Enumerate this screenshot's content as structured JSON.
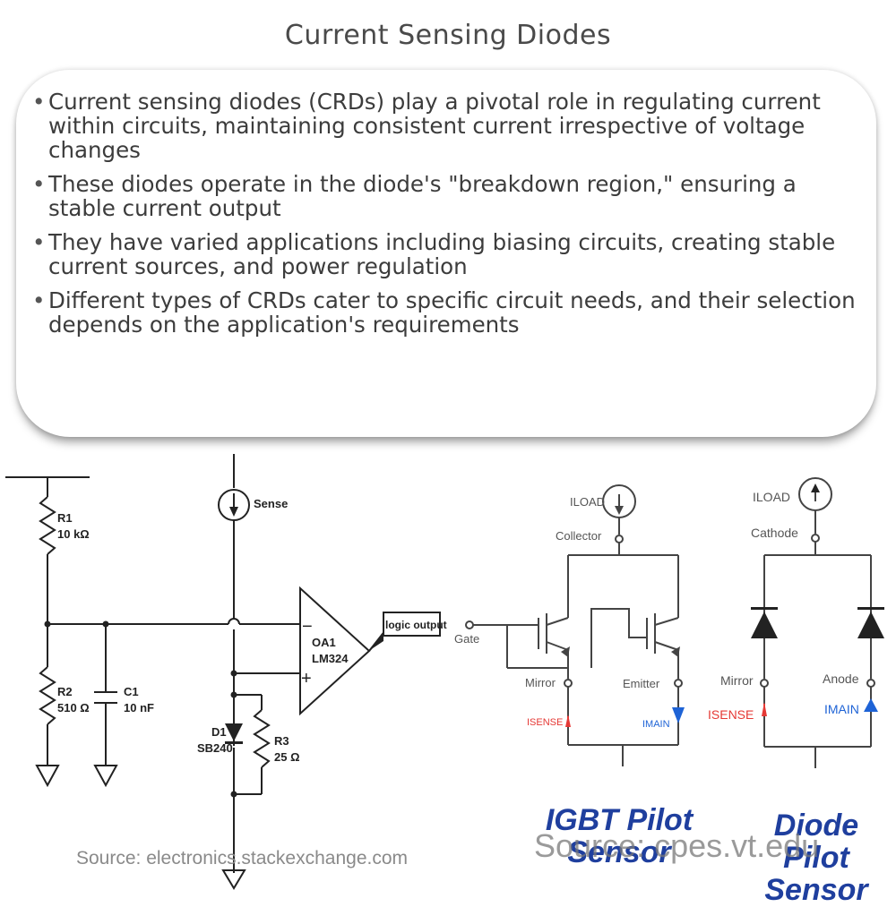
{
  "title": "Current Sensing Diodes",
  "bullets": [
    "Current sensing diodes (CRDs) play a pivotal role in regulating current within circuits, maintaining consistent current irrespective of voltage changes",
    "These diodes operate in the diode's \"breakdown region,\" ensuring a stable current output",
    "They have varied applications including biasing circuits, creating stable current sources, and power regulation",
    "Different types of CRDs cater to specific circuit needs, and their selection depends on the application's requirements"
  ],
  "circuit": {
    "r1_name": "R1",
    "r1_value": "10 kΩ",
    "r2_name": "R2",
    "r2_value": "510 Ω",
    "c1_name": "C1",
    "c1_value": "10 nF",
    "d1_name": "D1",
    "d1_value": "SB240",
    "r3_name": "R3",
    "r3_value": "25 Ω",
    "sense_label": "Sense",
    "opamp_name": "OA1",
    "opamp_value": "LM324",
    "minus": "−",
    "plus": "+",
    "output_label": "logic output",
    "source": "Source: electronics.stackexchange.com"
  },
  "igbt": {
    "iload": "ILOAD",
    "collector": "Collector",
    "gate": "Gate",
    "mirror": "Mirror",
    "emitter": "Emitter",
    "isense": "ISENSE",
    "imain": "IMAIN",
    "caption_line1": "IGBT Pilot",
    "caption_line2": "Sensor"
  },
  "diode_pilot": {
    "iload": "ILOAD",
    "cathode": "Cathode",
    "mirror": "Mirror",
    "anode": "Anode",
    "isense": "ISENSE",
    "imain": "IMAIN",
    "caption_line1": "Diode Pilot",
    "caption_line2": "Sensor"
  },
  "source2": "Source: cpes.vt.edu",
  "colors": {
    "sense_red": "#e53935",
    "main_blue": "#1e63d6",
    "caption_blue": "#1f3f9e"
  }
}
